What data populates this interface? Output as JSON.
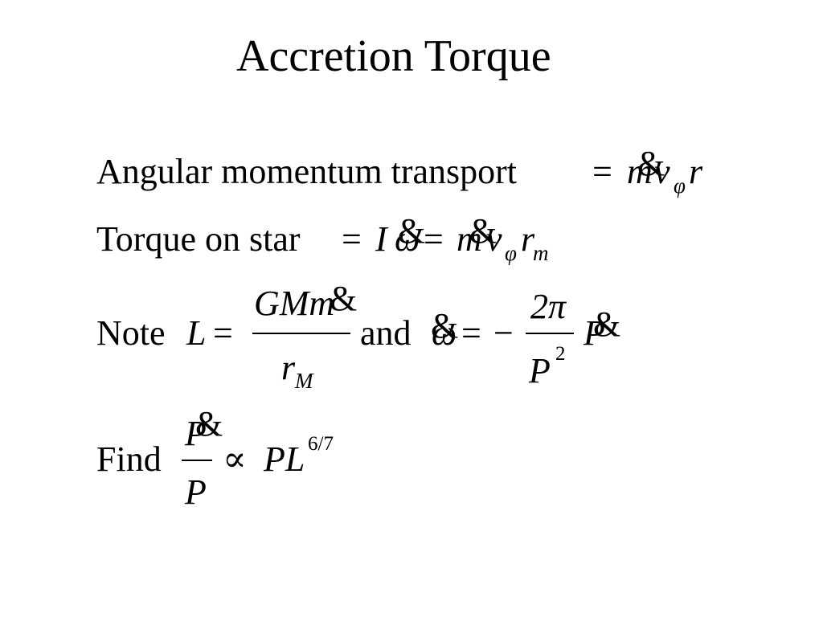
{
  "slide": {
    "title": "Accretion Torque",
    "line1": {
      "text": "Angular momentum transport",
      "eq": "=",
      "m": "m",
      "v": "v",
      "phi": "φ",
      "r": "r",
      "dot": "&"
    },
    "line2": {
      "text": "Torque on star",
      "eq1": "=",
      "I": "I",
      "omega": "ω",
      "eq2": "=",
      "m": "m",
      "v": "v",
      "phi": "φ",
      "r": "r",
      "m_sub": "m",
      "dot": "&"
    },
    "line3": {
      "note": "Note",
      "L": "L",
      "eq1": "=",
      "num": "GMm",
      "den_r": "r",
      "den_sub": "M",
      "and": "and",
      "omega": "ω",
      "eq2": "=",
      "minus": "−",
      "num2": "2π",
      "den2": "P",
      "den2_sup": "2",
      "P": "P",
      "dot": "&"
    },
    "line4": {
      "find": "Find",
      "num": "P",
      "den": "P",
      "prop": "∝",
      "PL": "PL",
      "exp": "6/7",
      "dot": "&"
    }
  }
}
